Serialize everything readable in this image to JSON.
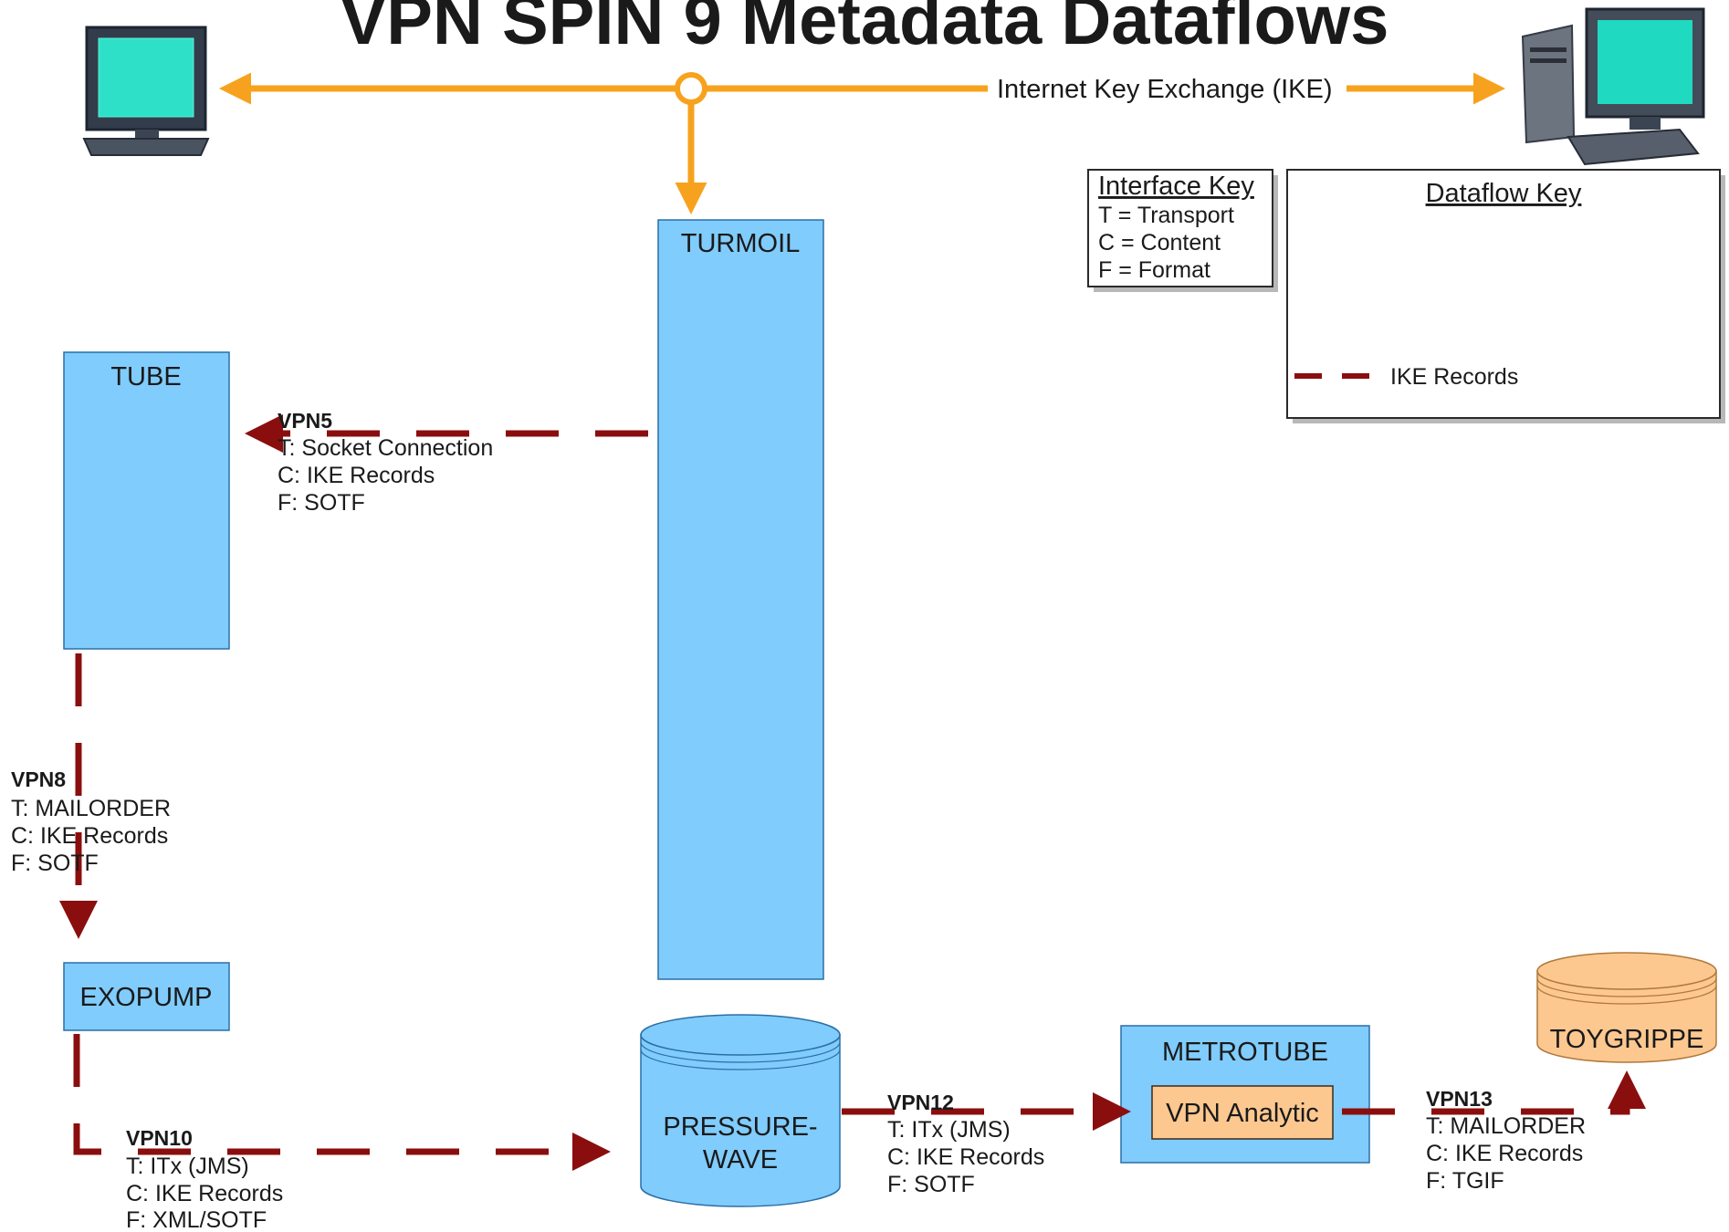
{
  "title": "VPN SPIN 9 Metadata Dataflows",
  "ike_label": "Internet Key Exchange (IKE)",
  "interface_key": {
    "title": "Interface Key",
    "lines": [
      "T = Transport",
      "C = Content",
      "F = Format"
    ]
  },
  "dataflow_key": {
    "title": "Dataflow Key",
    "entries": [
      {
        "label": "IKE Records"
      }
    ]
  },
  "nodes": {
    "turmoil": "TURMOIL",
    "tube": "TUBE",
    "exopump": "EXOPUMP",
    "pressurewave_line1": "PRESSURE-",
    "pressurewave_line2": "WAVE",
    "metrotube": "METROTUBE",
    "vpn_analytic": "VPN Analytic",
    "toygrippe": "TOYGRIPPE"
  },
  "flows": {
    "vpn5": {
      "id": "VPN5",
      "t": "T: Socket Connection",
      "c": "C: IKE Records",
      "f": "F: SOTF"
    },
    "vpn8": {
      "id": "VPN8",
      "t": "T: MAILORDER",
      "c": "C: IKE Records",
      "f": "F: SOTF"
    },
    "vpn10": {
      "id": "VPN10",
      "t": "T: ITx (JMS)",
      "c": "C: IKE Records",
      "f": "F: XML/SOTF"
    },
    "vpn12": {
      "id": "VPN12",
      "t": "T: ITx (JMS)",
      "c": "C: IKE Records",
      "f": "F: SOTF"
    },
    "vpn13": {
      "id": "VPN13",
      "t": "T: MAILORDER",
      "c": "C: IKE Records",
      "f": "F: TGIF"
    }
  },
  "colors": {
    "system_fill": "#80ccfc",
    "analytic_fill": "#fcc890",
    "ike_orange": "#f7a21e",
    "flow_red": "#8b0e0e"
  },
  "icons": [
    "monitor-icon",
    "desktop-computer-icon"
  ]
}
